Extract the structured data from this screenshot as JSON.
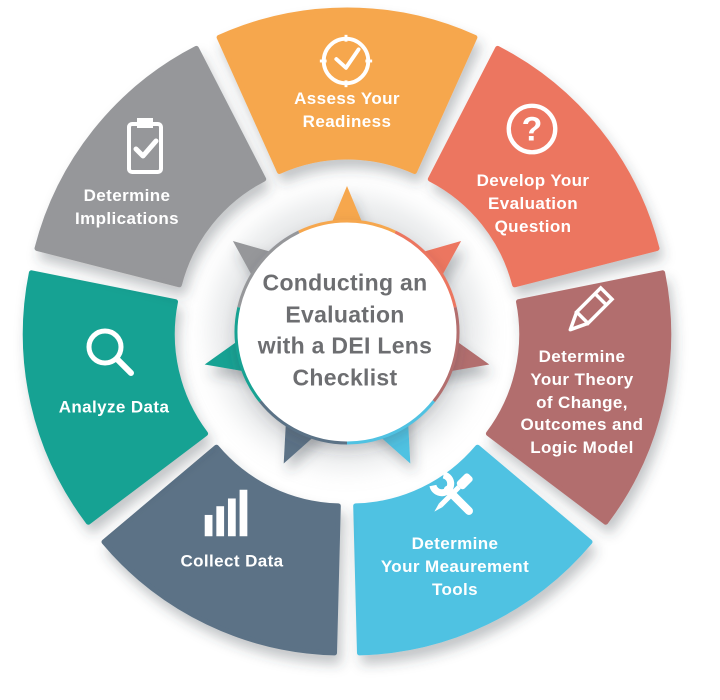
{
  "title": "Conducting an\nEvaluation\nwith a DEI Lens\nChecklist",
  "title_color": "#6D6E71",
  "label_color": "#FFFFFF",
  "segments": [
    {
      "slug": "assess-your-readiness",
      "label": "Assess Your\nReadiness",
      "color": "#F6A74E",
      "icon": "clock-icon"
    },
    {
      "slug": "develop-evaluation-question",
      "label": "Develop Your\nEvaluation\nQuestion",
      "color": "#EC7660",
      "icon": "question-mark-icon"
    },
    {
      "slug": "theory-of-change",
      "label": "Determine\nYour Theory\nof Change,\nOutcomes and\nLogic Model",
      "color": "#B26E6E",
      "icon": "pencil-icon"
    },
    {
      "slug": "measurement-tools",
      "label": "Determine\nYour Meaurement\nTools",
      "color": "#50C2E2",
      "icon": "tools-icon"
    },
    {
      "slug": "collect-data",
      "label": "Collect Data",
      "color": "#5B7286",
      "icon": "bar-chart-icon"
    },
    {
      "slug": "analyze-data",
      "label": "Analyze Data",
      "color": "#17A293",
      "icon": "magnifier-icon"
    },
    {
      "slug": "determine-implications",
      "label": "Determine\nImplications",
      "color": "#96979A",
      "icon": "clipboard-check-icon"
    }
  ]
}
